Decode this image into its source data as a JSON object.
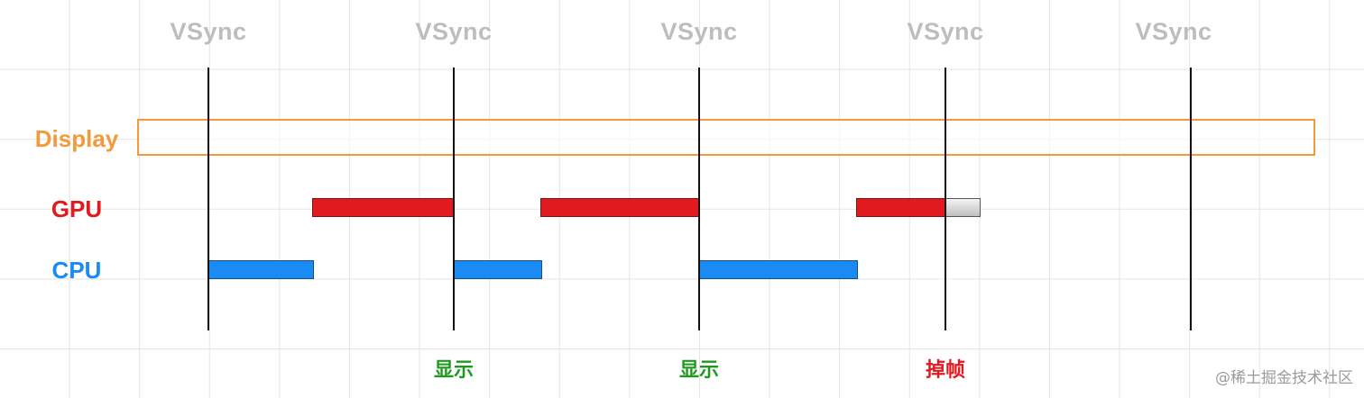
{
  "vsync": {
    "labels": [
      "VSync",
      "VSync",
      "VSync",
      "VSync",
      "VSync"
    ],
    "color": "#bdbdbd"
  },
  "rows": {
    "display": {
      "label": "Display",
      "color": "#f39a3b"
    },
    "gpu": {
      "label": "GPU",
      "color": "#e01a1f",
      "dropped_color": "#cccccc"
    },
    "cpu": {
      "label": "CPU",
      "color": "#1a8af5"
    }
  },
  "events": [
    {
      "label": "显示",
      "color": "#1e9a1e"
    },
    {
      "label": "显示",
      "color": "#1e9a1e"
    },
    {
      "label": "掉帧",
      "color": "#e01a1f"
    }
  ],
  "watermark": "@稀土掘金技术社区"
}
